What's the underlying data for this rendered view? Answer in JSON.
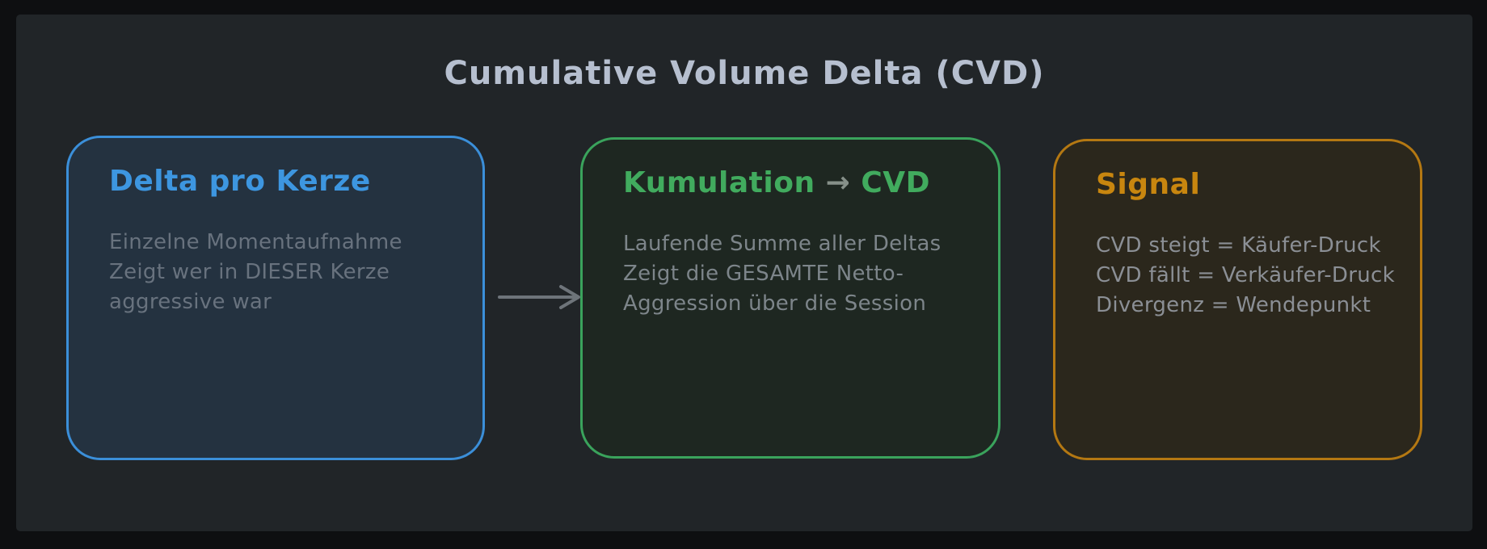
{
  "title": "Cumulative Volume Delta (CVD)",
  "boxes": [
    {
      "id": "delta-pro-kerze",
      "header": "Delta pro Kerze",
      "body": "Einzelne Momentaufnahme\nZeigt wer in DIESER Kerze\naggressive war",
      "colors": {
        "border": "#3b8fd9",
        "fill": "#243240",
        "header": "#3d96e0",
        "body_text": "#68727e"
      }
    },
    {
      "id": "kumulation-cvd",
      "header_prefix": "Kumulation",
      "header_arrow": "→",
      "header_suffix": "CVD",
      "body": "Laufende Summe aller Deltas\nZeigt die GESAMTE Netto-\nAggression über die Session",
      "colors": {
        "border": "#3aa35c",
        "fill": "#1e2721",
        "header": "#41ab5e",
        "header_arrow": "#869089",
        "body_text": "#7d858a"
      }
    },
    {
      "id": "signal",
      "header": "Signal",
      "body": "CVD steigt = Käufer-Druck\nCVD fällt = Verkäufer-Druck\nDivergenz = Wendepunkt",
      "colors": {
        "border": "#b47812",
        "fill": "#2b271c",
        "header": "#c8860f",
        "body_text": "#8b8f95"
      }
    }
  ],
  "connector": {
    "type": "arrow-right",
    "color": "#6e747a"
  },
  "canvas": {
    "background": "#212528",
    "frame": "#0e0f11",
    "title_color": "#b6bfcf"
  }
}
